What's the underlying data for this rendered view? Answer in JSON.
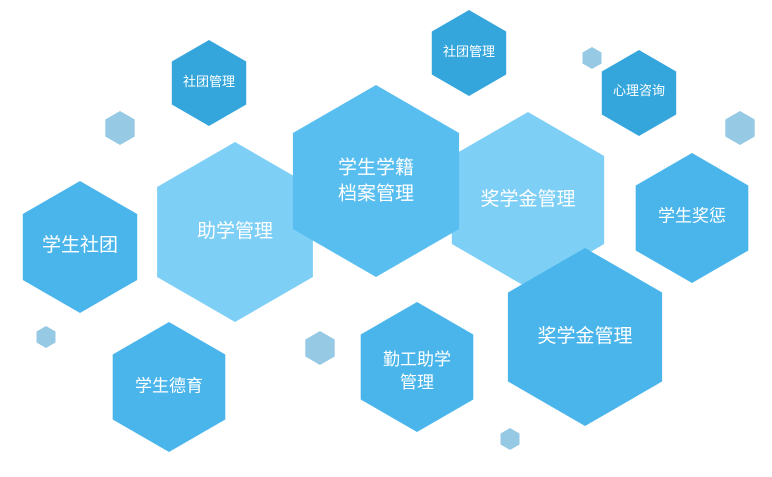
{
  "colors": {
    "blue_light": "#7ecff6",
    "blue_mid": "#58bef0",
    "blue_deep": "#4ab5eb",
    "blue_dark": "#34a6dc",
    "blue_pale": "#96c9e4"
  },
  "nodes": {
    "club_left": "学生社团",
    "aid": "助学管理",
    "archive_line1": "学生学籍",
    "archive_line2": "档案管理",
    "scholarship_top": "奖学金管理",
    "reward": "学生奖惩",
    "club_small_a": "社团管理",
    "club_small_b": "社团管理",
    "counsel": "心理咨询",
    "moral": "学生德育",
    "work_line1": "勤工助学",
    "work_line2": "管理",
    "scholarship_bottom": "奖学金管理"
  }
}
